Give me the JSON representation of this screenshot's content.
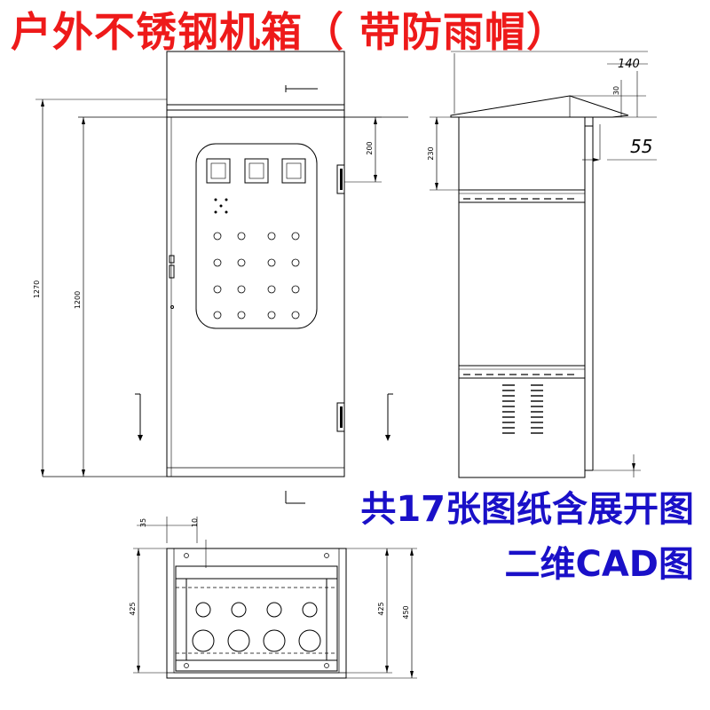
{
  "title": "户外不锈钢机箱（ 带防雨帽）",
  "notes": {
    "line1": "共17张图纸含展开图",
    "line2": "二维CAD图"
  },
  "dimensions": {
    "overall_height": "1270",
    "body_height": "1200",
    "window_top": "200",
    "side_top_offset": "230",
    "cap_depth": "140",
    "cap_rise": "30",
    "cap_overhang": "55",
    "bottom_left_offset": "35",
    "bottom_gap": "10",
    "bottom_left_depth": "425",
    "bottom_right_depth": "425",
    "bottom_total_depth": "450"
  },
  "colors": {
    "title": "#ee1a1a",
    "notes": "#1a10c8",
    "lines": "#000000"
  }
}
